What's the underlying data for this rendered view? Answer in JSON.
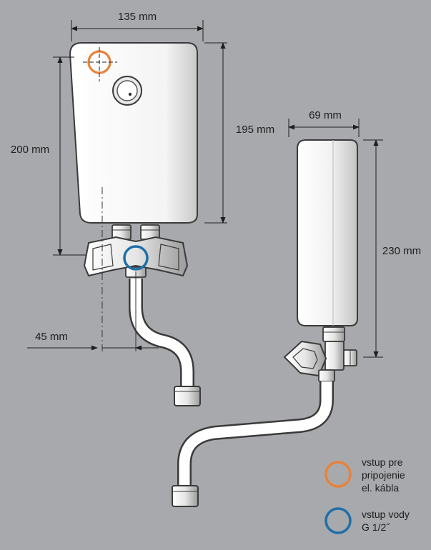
{
  "dimensions": {
    "front_width": "135 mm",
    "front_height": "195 mm",
    "front_total_height": "200 mm",
    "pipe_offset": "45 mm",
    "side_depth": "69 mm",
    "side_height": "230 mm"
  },
  "legend": {
    "cable_line1": "vstup pre",
    "cable_line2": "pripojenie",
    "cable_line3": "el. kábla",
    "water_line1": "vstup vody",
    "water_line2": "G 1/2˝"
  },
  "colors": {
    "background": "#a8a9ac",
    "cable_marker": "#e8823a",
    "water_marker": "#1f6fa8",
    "body_fill": "#ffffff",
    "outline": "#3a3a3a"
  }
}
